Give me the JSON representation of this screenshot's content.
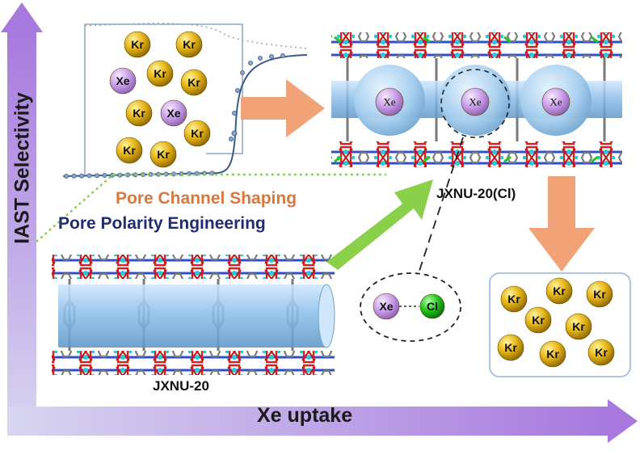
{
  "axes": {
    "x_label": "Xe uptake",
    "y_label": "IAST Selectivity"
  },
  "strategies": {
    "shaping": "Pore Channel Shaping",
    "polarity": "Pore Polarity Engineering"
  },
  "materials": {
    "base": "JXNU-20",
    "modified": "JXNU-20(Cl)"
  },
  "atom_labels": {
    "krypton": "Kr",
    "xenon": "Xe",
    "chlorine": "Cl"
  },
  "colors": {
    "axis_arrow": "#a779de",
    "flow_arrow": "#f2a277",
    "strategy_arrow": "#8ad04a",
    "shaping_text": "#d9783c",
    "polarity_text": "#1f2d6e",
    "krypton": "#e6b514",
    "xenon": "#c79ae6",
    "chlorine": "#22c81a",
    "pore": "#8ec0e9"
  }
}
